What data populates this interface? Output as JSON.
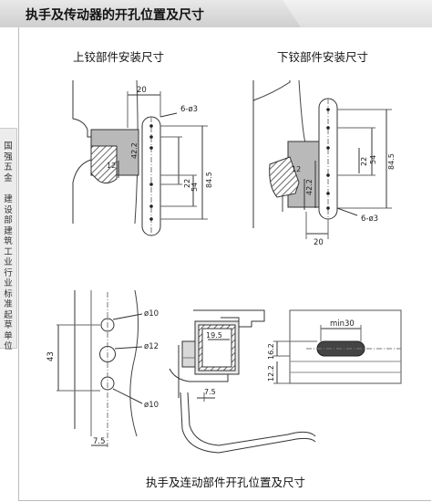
{
  "header": {
    "title": "执手及传动器的开孔位置及尺寸"
  },
  "sidebar": {
    "group1": "国强五金",
    "group2": "建设部建筑工业行业标准起草单位"
  },
  "drawing_upper": {
    "title": "上铰部件安装尺寸",
    "dims": {
      "width": "20",
      "hole": "6-ø3",
      "d1": "42.2",
      "d2": "12",
      "d3": "22",
      "d4": "54",
      "d5": "84.5"
    }
  },
  "drawing_lower": {
    "title": "下铰部件安装尺寸",
    "dims": {
      "width": "20",
      "hole": "6-ø3",
      "d1": "42.2",
      "d2": "12",
      "d3": "22",
      "d4": "54",
      "d5": "84.5"
    }
  },
  "drawing_handle": {
    "title": "执手及连动部件开孔位置及尺寸",
    "dims": {
      "d10a": "ø10",
      "d12": "ø12",
      "d10b": "ø10",
      "h43": "43",
      "w75": "7.5",
      "w195": "19.5",
      "w75b": "7.5",
      "min30": "min30",
      "h162": "16.2",
      "h122": "12.2"
    }
  },
  "colors": {
    "hatch": "#555555",
    "line": "#333333",
    "dashed": "#666666"
  }
}
